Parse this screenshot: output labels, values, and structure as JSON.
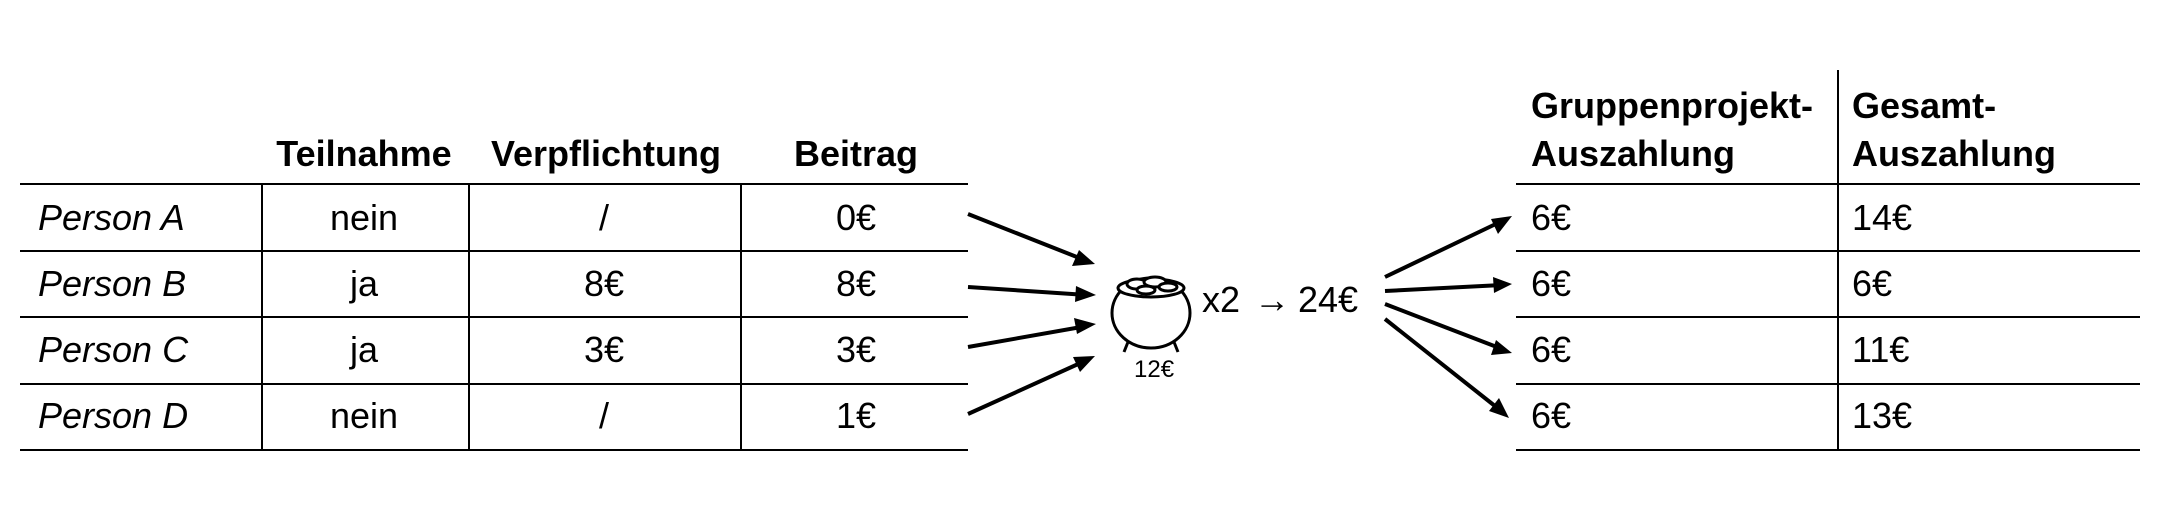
{
  "left_table": {
    "headers": [
      "",
      "Teilnahme",
      "Verpflichtung",
      "Beitrag"
    ],
    "rows": [
      {
        "person": "Person A",
        "teilnahme": "nein",
        "verpflichtung": "/",
        "beitrag": "0€"
      },
      {
        "person": "Person B",
        "teilnahme": "ja",
        "verpflichtung": "8€",
        "beitrag": "8€"
      },
      {
        "person": "Person C",
        "teilnahme": "ja",
        "verpflichtung": "3€",
        "beitrag": "3€"
      },
      {
        "person": "Person D",
        "teilnahme": "nein",
        "verpflichtung": "/",
        "beitrag": "1€"
      }
    ]
  },
  "pot": {
    "icon": "pot-of-coins-icon",
    "amount": "12€",
    "multiplier": "x2",
    "arrow": "→",
    "total": "24€"
  },
  "right_table": {
    "headers": [
      {
        "line1": "Gruppenprojekt-",
        "line2": "Auszahlung"
      },
      {
        "line1": "Gesamt-",
        "line2": "Auszahlung"
      }
    ],
    "rows": [
      {
        "gruppenprojekt": "6€",
        "gesamt": "14€"
      },
      {
        "gruppenprojekt": "6€",
        "gesamt": "6€"
      },
      {
        "gruppenprojekt": "6€",
        "gesamt": "11€"
      },
      {
        "gruppenprojekt": "6€",
        "gesamt": "13€"
      }
    ]
  }
}
